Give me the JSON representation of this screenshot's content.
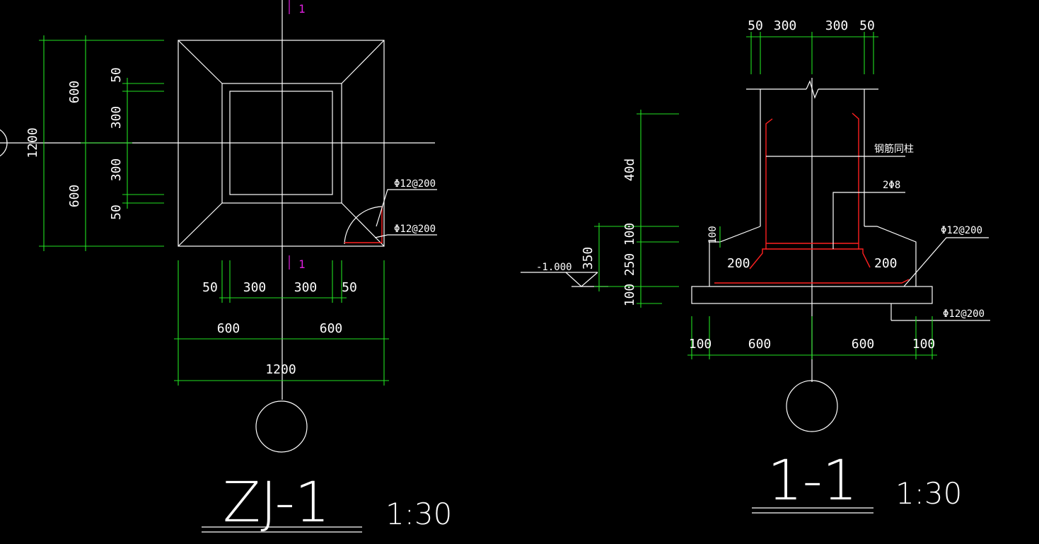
{
  "plan": {
    "section_mark": "1",
    "dims_left": {
      "total": "1200",
      "half_top": "600",
      "half_bottom": "600",
      "seg_top_a": "50",
      "seg_top_b": "300",
      "seg_bot_b": "300",
      "seg_bot_a": "50"
    },
    "dims_bottom": {
      "seg1": "50",
      "seg2": "300",
      "seg3": "300",
      "seg4": "50",
      "half_left": "600",
      "half_right": "600",
      "total": "1200"
    },
    "rebar_label_1": "Φ12@200",
    "rebar_label_2": "Φ12@200",
    "title": "ZJ-1",
    "scale": "1:30"
  },
  "section": {
    "dims_top": {
      "a": "50",
      "b": "300",
      "c": "300",
      "d": "50"
    },
    "dims_left": {
      "anchor": "40d",
      "h100a": "100",
      "h250": "250",
      "h100b": "100",
      "h350": "350",
      "inner100": "100"
    },
    "elevation": "-1.000",
    "labels": {
      "rebar_same_column": "钢筋同柱",
      "stirrup": "2Φ8",
      "rebar_top": "Φ12@200",
      "rebar_bottom": "Φ12@200",
      "left_200": "200",
      "right_200": "200"
    },
    "dims_bottom": {
      "a": "100",
      "b": "600",
      "c": "600",
      "d": "100"
    },
    "title": "1-1",
    "scale": "1:30"
  },
  "colors": {
    "background": "#000000",
    "outline": "#ffffff",
    "dimension": "#22e022",
    "rebar": "#ff2020",
    "section_mark": "#e020e0"
  }
}
